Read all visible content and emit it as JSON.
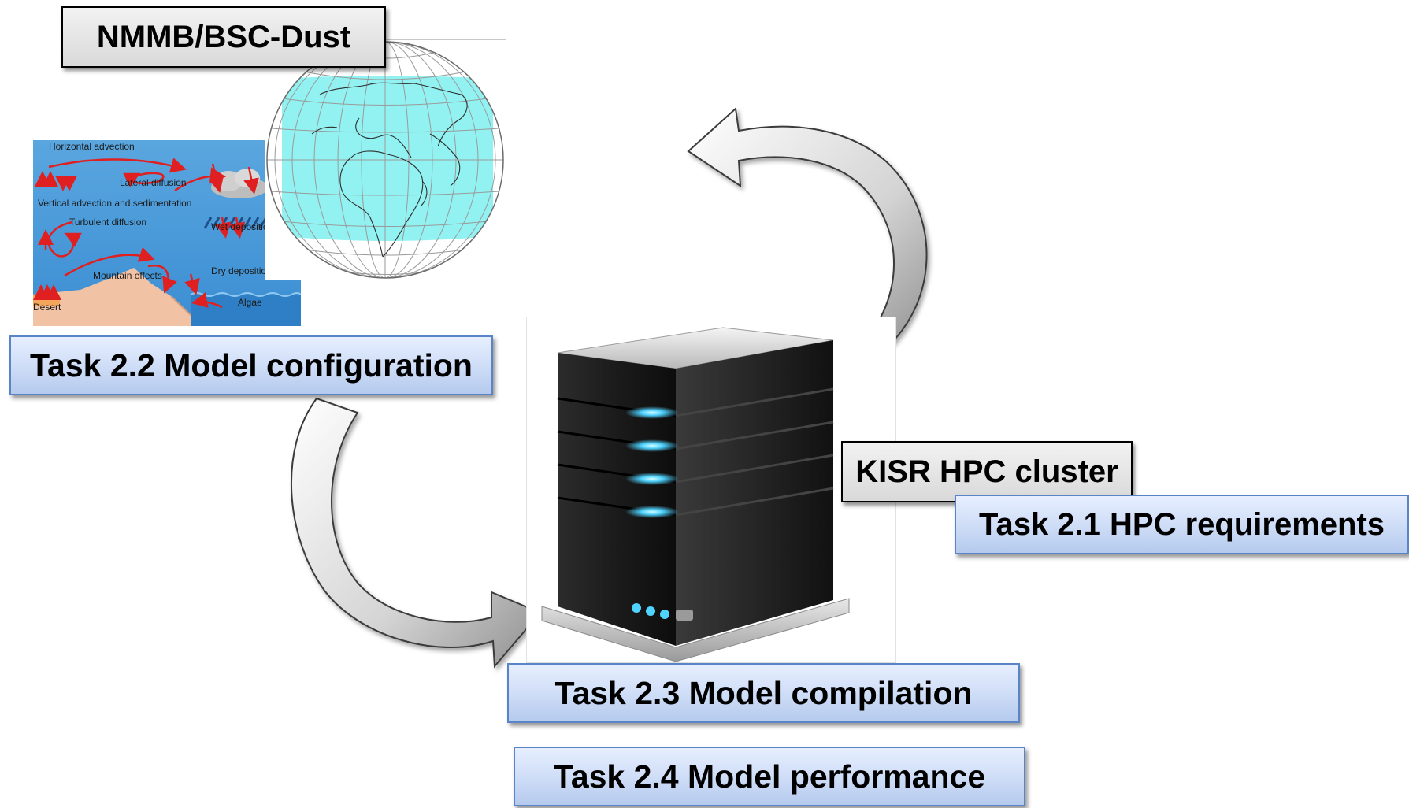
{
  "labels": {
    "model": "NMMB/BSC-Dust",
    "cluster": "KISR HPC cluster"
  },
  "tasks": {
    "t21": "Task 2.1 HPC requirements",
    "t22": "Task 2.2 Model configuration",
    "t23": "Task 2.3 Model compilation",
    "t24": "Task 2.4 Model performance"
  },
  "process_diagram": {
    "labels": [
      "Horizontal advection",
      "Lateral diffusion",
      "Vertical advection and sedimentation",
      "Turbulent diffusion",
      "Wet deposition",
      "Mountain effects",
      "Dry deposition",
      "Desert",
      "Algae"
    ]
  },
  "colors": {
    "task_fill": "#cddcf6",
    "task_border": "#5a84c8",
    "label_fill": "#e6e6e6",
    "domain_fill": "#7ff0ee",
    "process_bg": "#4a98d8",
    "server_led": "#4fd3ff"
  }
}
